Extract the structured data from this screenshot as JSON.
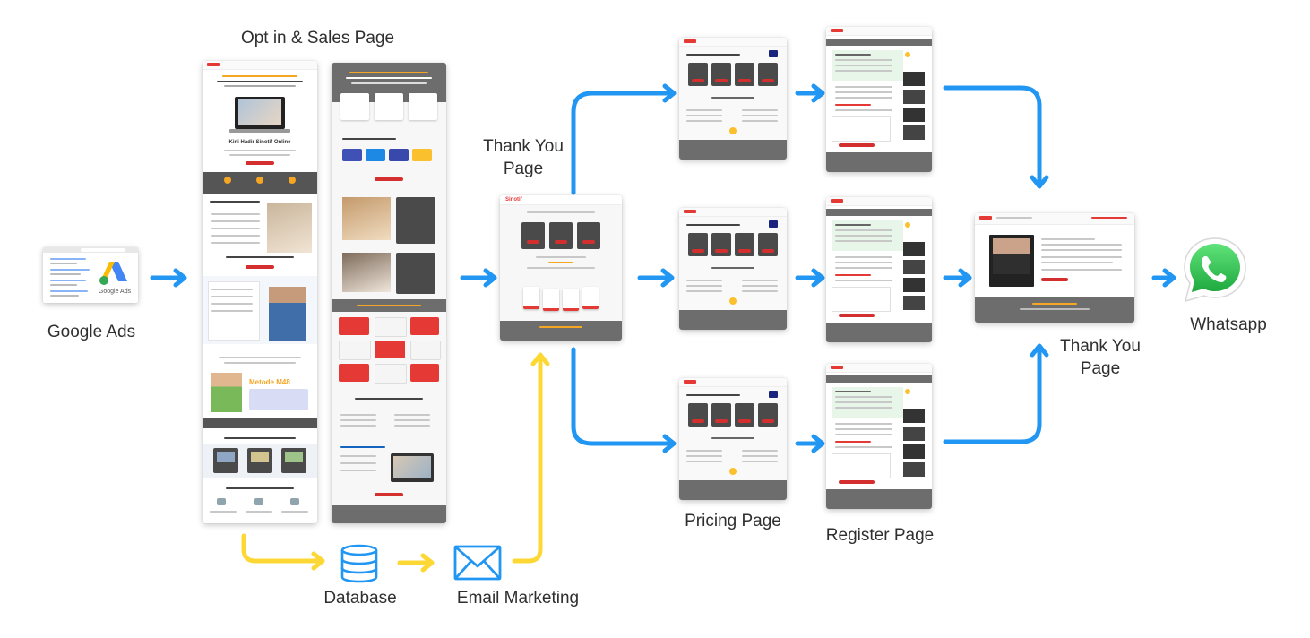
{
  "labels": {
    "optin_sales": "Opt in & Sales Page",
    "google_ads": "Google Ads",
    "google_ads_logo": "Google Ads",
    "thank_you_1_line1": "Thank You",
    "thank_you_1_line2": "Page",
    "pricing": "Pricing Page",
    "register": "Register Page",
    "thank_you_2_line1": "Thank You",
    "thank_you_2_line2": "Page",
    "whatsapp": "Whatsapp",
    "database": "Database",
    "email_marketing": "Email Marketing",
    "hero_headline": "Kini Hadir Sinotif Online",
    "method_title": "Metode M48",
    "brand": "Sinotif"
  },
  "colors": {
    "blue_flow": "#2196F3",
    "yellow_flow": "#FDD835",
    "whatsapp_green": "#25D366",
    "dark_block": "#4a4a4a",
    "accent_red": "#d32f2f",
    "brand_orange": "#f5a623"
  },
  "icons": {
    "database": "database-icon",
    "email": "envelope-icon",
    "google_ads": "google-ads-logo",
    "whatsapp": "whatsapp-logo"
  }
}
